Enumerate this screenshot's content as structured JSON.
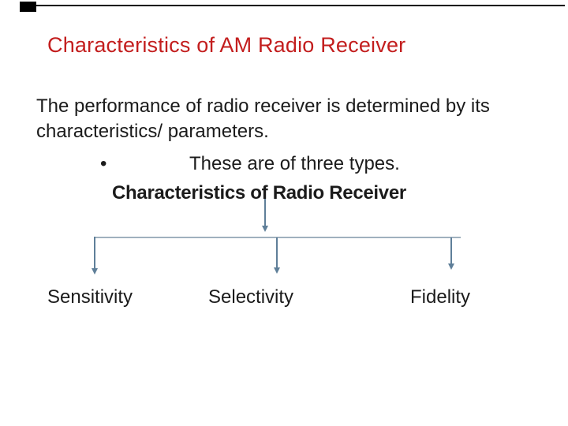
{
  "slide": {
    "title": "Characteristics of AM Radio Receiver",
    "paragraph": {
      "line1": "The performance of radio receiver is determined by its",
      "line2": "characteristics/ parameters."
    },
    "bullet": {
      "marker": "•",
      "text": "These are of three types."
    },
    "diagram": {
      "heading": "Characteristics of Radio Receiver",
      "nodes": [
        {
          "label": "Sensitivity"
        },
        {
          "label": "Selectivity"
        },
        {
          "label": "Fidelity"
        }
      ]
    },
    "colors": {
      "title_red": "#c31e1e",
      "text_black": "#1b1b1b",
      "connector_blue": "#5f7f99",
      "connector_blue_light": "#8097a9",
      "artifact_black": "#000000",
      "background": "#ffffff"
    }
  }
}
